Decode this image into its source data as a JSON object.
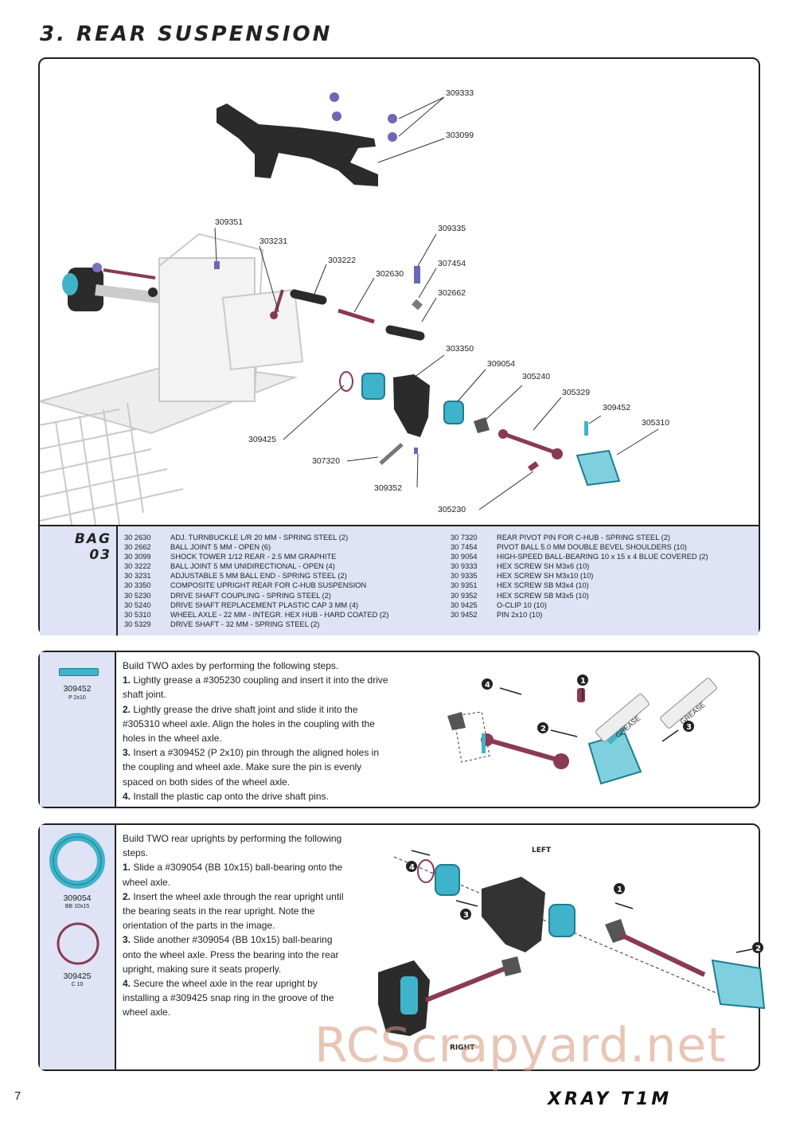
{
  "page": {
    "title": "3. REAR SUSPENSION",
    "page_number": "7",
    "brand": "XRAY T1M",
    "watermark": "RCScrapyard.net"
  },
  "diagram": {
    "labels": [
      "309333",
      "303099",
      "309351",
      "303231",
      "303222",
      "309335",
      "302630",
      "307454",
      "302662",
      "303350",
      "309054",
      "305240",
      "305329",
      "309452",
      "305310",
      "309425",
      "307320",
      "309352",
      "305230"
    ]
  },
  "bag": {
    "line1": "BAG",
    "line2": "03"
  },
  "parts_left": [
    {
      "num": "30 2630",
      "desc": "ADJ. TURNBUCKLE L/R 20 MM  - SPRING STEEL (2)"
    },
    {
      "num": "30 2662",
      "desc": "BALL JOINT 5 MM - OPEN (6)"
    },
    {
      "num": "30 3099",
      "desc": "SHOCK TOWER 1/12 REAR - 2.5 MM GRAPHITE"
    },
    {
      "num": "30 3222",
      "desc": "BALL JOINT 5 MM UNIDIRECTIONAL - OPEN (4)"
    },
    {
      "num": "30 3231",
      "desc": "ADJUSTABLE 5 MM BALL END - SPRING STEEL (2)"
    },
    {
      "num": "30 3350",
      "desc": "COMPOSITE UPRIGHT REAR FOR C-HUB SUSPENSION"
    },
    {
      "num": "30 5230",
      "desc": "DRIVE SHAFT COUPLING - SPRING STEEL (2)"
    },
    {
      "num": "30 5240",
      "desc": "DRIVE SHAFT REPLACEMENT PLASTIC CAP 3 MM (4)"
    },
    {
      "num": "30 5310",
      "desc": "WHEEL AXLE - 22 MM - INTEGR. HEX HUB - HARD COATED (2)"
    },
    {
      "num": "30 5329",
      "desc": "DRIVE SHAFT - 32 MM - SPRING STEEL (2)"
    }
  ],
  "parts_right": [
    {
      "num": "30 7320",
      "desc": "REAR PIVOT PIN FOR C-HUB - SPRING STEEL (2)"
    },
    {
      "num": "30 7454",
      "desc": "PIVOT BALL 5.0 MM DOUBLE BEVEL SHOULDERS (10)"
    },
    {
      "num": "30 9054",
      "desc": "HIGH-SPEED BALL-BEARING 10 x 15 x 4 BLUE COVERED (2)"
    },
    {
      "num": "30 9333",
      "desc": "HEX SCREW  SH M3x6 (10)"
    },
    {
      "num": "30 9335",
      "desc": "HEX SCREW  SH M3x10 (10)"
    },
    {
      "num": "30 9351",
      "desc": "HEX SCREW  SB M3x4 (10)"
    },
    {
      "num": "30 9352",
      "desc": "HEX SCREW  SB M3x5 (10)"
    },
    {
      "num": "30 9425",
      "desc": "O-CLIP 10 (10)"
    },
    {
      "num": "30 9452",
      "desc": "PIN 2x10 (10)"
    }
  ],
  "step1": {
    "part_num": "309452",
    "part_sub": "P 2x10",
    "intro": "Build TWO axles by performing the following steps.",
    "items": [
      {
        "n": "1.",
        "t": " Lightly grease a #305230 coupling and insert it into the drive shaft joint."
      },
      {
        "n": "2.",
        "t": " Lightly grease  the drive shaft joint and slide it into the #305310 wheel axle. Align the holes in the coupling with the holes in the wheel axle."
      },
      {
        "n": "3.",
        "t": " Insert a #309452 (P 2x10) pin through the aligned holes in the coupling and wheel axle. Make sure the pin is evenly spaced on both sides of the wheel axle."
      },
      {
        "n": "4.",
        "t": " Install the plastic cap onto the drive shaft pins."
      }
    ],
    "grease_label": "GREASE",
    "callouts": [
      "4",
      "1",
      "2",
      "3"
    ]
  },
  "step2": {
    "part1_num": "309054",
    "part1_sub": "BB 10x15",
    "part2_num": "309425",
    "part2_sub": "C 10",
    "intro": "Build TWO rear uprights by performing the following steps.",
    "items": [
      {
        "n": "1.",
        "t": " Slide a #309054 (BB 10x15) ball-bearing onto the wheel axle."
      },
      {
        "n": "2.",
        "t": " Insert the wheel axle through the rear upright until the bearing seats in the rear upright. Note the orientation of the parts in the image."
      },
      {
        "n": "3.",
        "t": " Slide another #309054 (BB 10x15) ball-bearing onto the wheel axle. Press the bearing into the rear upright, making sure it seats properly."
      },
      {
        "n": "4.",
        "t": " Secure the wheel axle in the rear upright by installing a #309425 snap ring in the groove of the wheel axle."
      }
    ],
    "left_label": "LEFT",
    "right_label": "RIGHT",
    "callouts": [
      "4",
      "3",
      "1",
      "2"
    ]
  },
  "colors": {
    "panel_bg": "#dfe3f5",
    "teal": "#3fb3c9",
    "maroon": "#8a3a52",
    "graphite": "#2b2b2b"
  }
}
